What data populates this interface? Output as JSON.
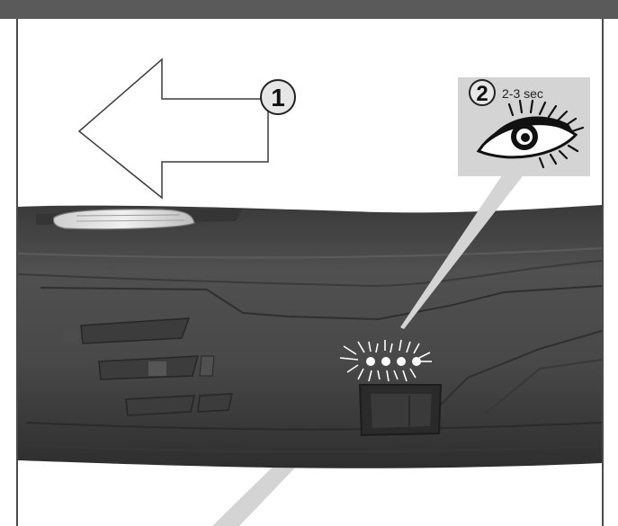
{
  "step1": {
    "number": "1"
  },
  "step2": {
    "number": "2",
    "duration": "2-3 sec"
  },
  "icons": [
    "arrow-left-icon",
    "eye-icon",
    "led-indicator-icon"
  ],
  "colors": {
    "frame": "#5a5a5a",
    "tool_body": "#444444",
    "callout": "#d4d4d4"
  }
}
